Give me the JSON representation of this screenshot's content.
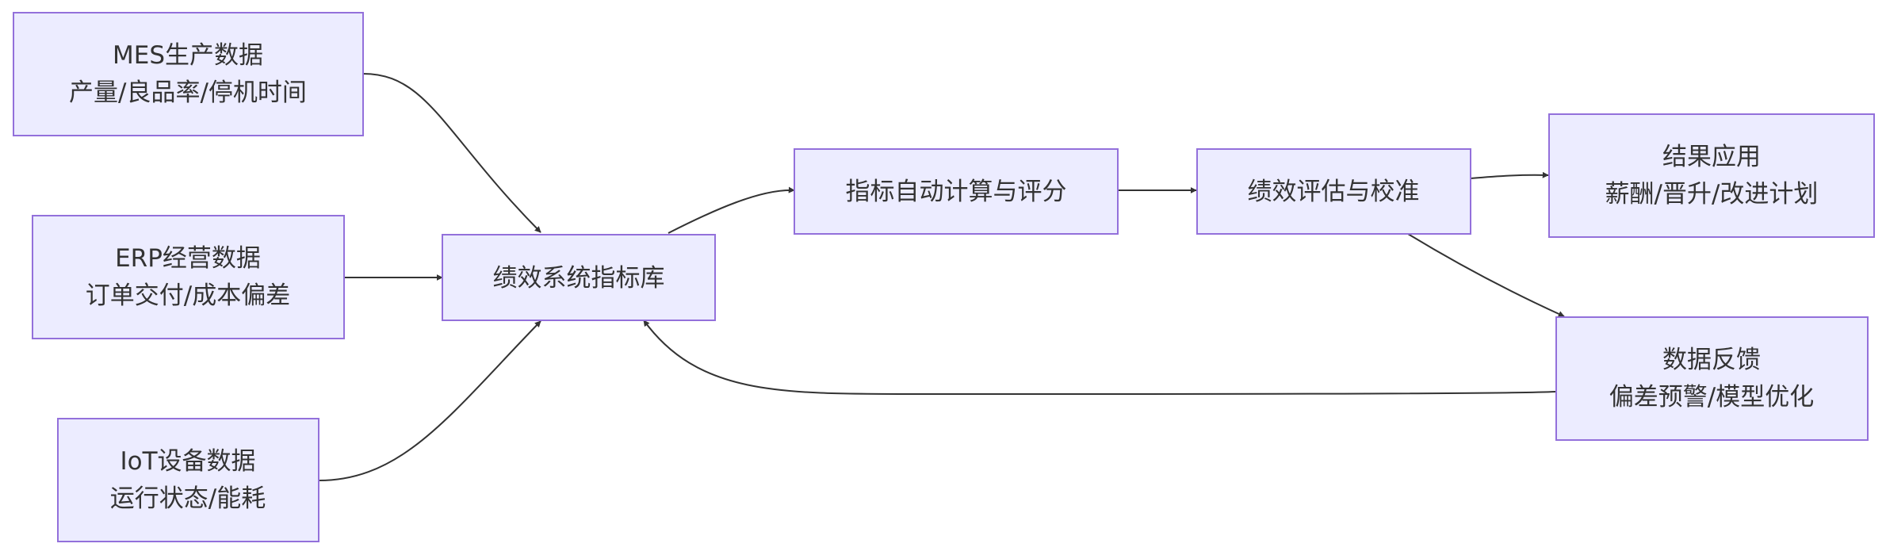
{
  "nodes": {
    "mes": {
      "line1": "MES生产数据",
      "line2": "产量/良品率/停机时间"
    },
    "erp": {
      "line1": "ERP经营数据",
      "line2": "订单交付/成本偏差"
    },
    "iot": {
      "line1": "IoT设备数据",
      "line2": "运行状态/能耗"
    },
    "library": {
      "line1": "绩效系统指标库"
    },
    "calc": {
      "line1": "指标自动计算与评分"
    },
    "eval": {
      "line1": "绩效评估与校准"
    },
    "result": {
      "line1": "结果应用",
      "line2": "薪酬/晋升/改进计划"
    },
    "feedback": {
      "line1": "数据反馈",
      "line2": "偏差预警/模型优化"
    }
  },
  "colors": {
    "node_fill": "#ececff",
    "node_stroke": "#9370db",
    "edge": "#333333",
    "text": "#333333"
  }
}
